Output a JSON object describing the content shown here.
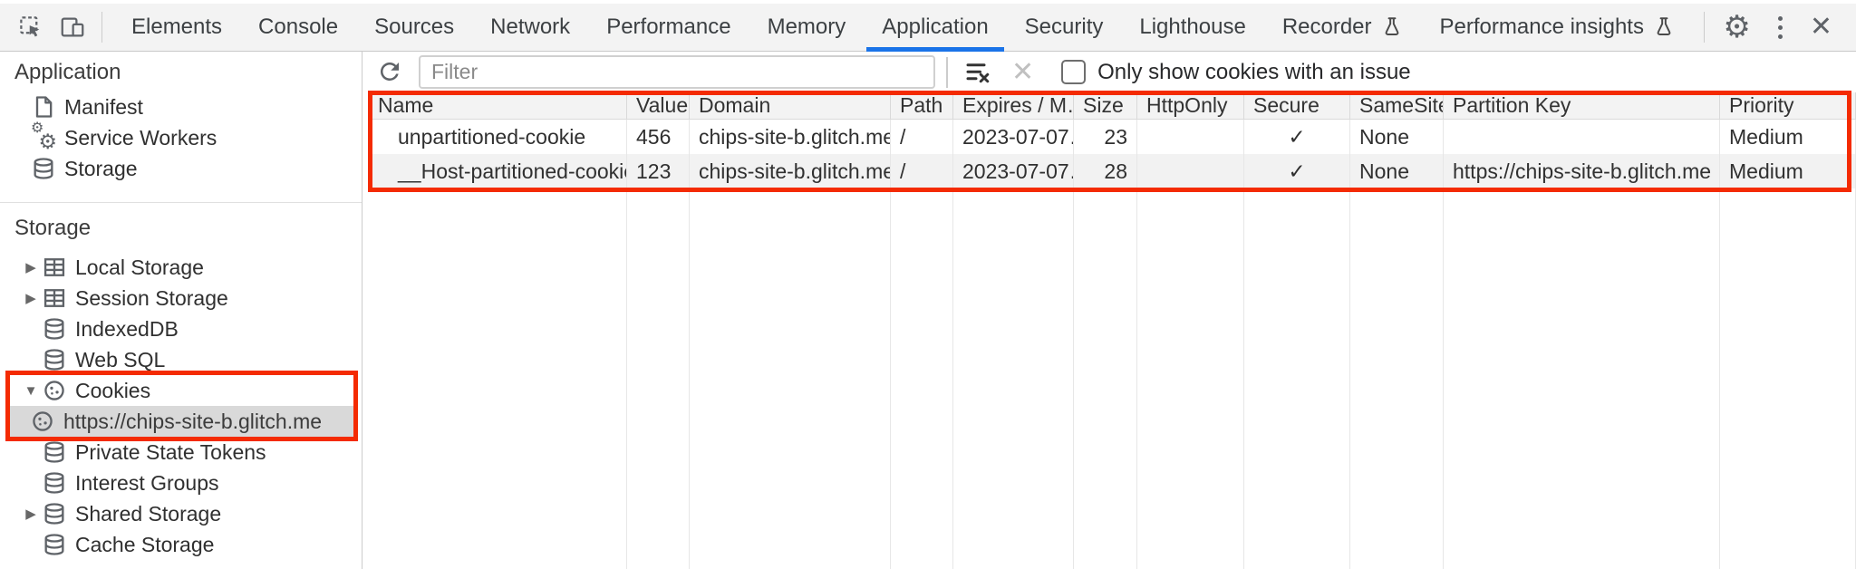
{
  "tabbar": {
    "tabs": [
      "Elements",
      "Console",
      "Sources",
      "Network",
      "Performance",
      "Memory",
      "Application",
      "Security",
      "Lighthouse",
      "Recorder",
      "Performance insights"
    ],
    "active_tab": "Application",
    "experimental_tabs": [
      "Recorder",
      "Performance insights"
    ],
    "icons": [
      "inspect-icon",
      "device-toolbar-icon",
      "flask-icon",
      "settings-gear-icon",
      "more-options-icon",
      "close-icon"
    ]
  },
  "sidebar": {
    "sections": [
      {
        "title": "Application",
        "items": [
          {
            "label": "Manifest",
            "icon": "manifest-document-icon"
          },
          {
            "label": "Service Workers",
            "icon": "service-workers-gears-icon"
          },
          {
            "label": "Storage",
            "icon": "database-icon"
          }
        ]
      },
      {
        "title": "Storage",
        "items": [
          {
            "label": "Local Storage",
            "icon": "table-icon",
            "expander": "collapsed"
          },
          {
            "label": "Session Storage",
            "icon": "table-icon",
            "expander": "collapsed"
          },
          {
            "label": "IndexedDB",
            "icon": "database-icon"
          },
          {
            "label": "Web SQL",
            "icon": "database-icon"
          },
          {
            "label": "Cookies",
            "icon": "cookie-icon",
            "expander": "expanded"
          },
          {
            "label": "https://chips-site-b.glitch.me",
            "icon": "cookie-icon",
            "child": true,
            "selected": true
          },
          {
            "label": "Private State Tokens",
            "icon": "database-icon"
          },
          {
            "label": "Interest Groups",
            "icon": "database-icon"
          },
          {
            "label": "Shared Storage",
            "icon": "database-icon",
            "expander": "collapsed"
          },
          {
            "label": "Cache Storage",
            "icon": "database-icon"
          }
        ]
      }
    ]
  },
  "toolbar": {
    "filter_placeholder": "Filter",
    "filter_value": "",
    "only_issues_label": "Only show cookies with an issue",
    "checkbox_checked": false,
    "icons": [
      "refresh-icon",
      "clear-filter-icon",
      "clear-icon"
    ]
  },
  "cookie_table": {
    "columns": [
      "Name",
      "Value",
      "Domain",
      "Path",
      "Expires / M…",
      "Size",
      "HttpOnly",
      "Secure",
      "SameSite",
      "Partition Key",
      "Priority"
    ],
    "rows": [
      {
        "name": "unpartitioned-cookie",
        "value": "456",
        "domain": "chips-site-b.glitch.me",
        "path": "/",
        "expires": "2023-07-07…",
        "size": "23",
        "http_only": "",
        "secure": "✓",
        "same_site": "None",
        "partition_key": "",
        "priority": "Medium"
      },
      {
        "name": "__Host-partitioned-cookie",
        "value": "123",
        "domain": "chips-site-b.glitch.me",
        "path": "/",
        "expires": "2023-07-07…",
        "size": "28",
        "http_only": "",
        "secure": "✓",
        "same_site": "None",
        "partition_key": "https://chips-site-b.glitch.me",
        "priority": "Medium"
      }
    ]
  },
  "annotations": {
    "red_boxes": [
      "cookies-tree-item-and-selected-origin",
      "cookie-table-header-and-rows"
    ],
    "color": "#f42b02"
  },
  "colors": {
    "accent_blue": "#1a73e8",
    "annotation_red": "#f42b02",
    "tabbar_bg": "#f3f3f3",
    "table_header_bg": "#f3f3f3",
    "stripe_bg": "#f2f2f2",
    "selected_row_bg": "#d9d9d9",
    "icon_gray": "#5f6368"
  }
}
